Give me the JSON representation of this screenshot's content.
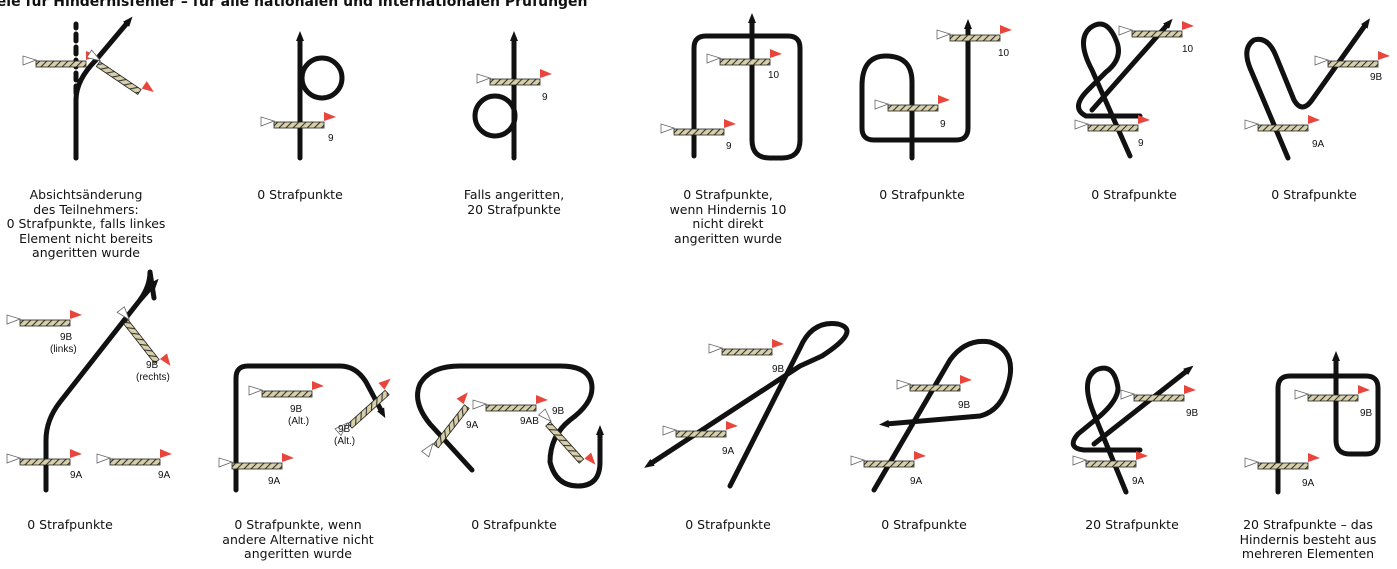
{
  "title": "iele für Hindernisfehler – für alle nationalen und internationalen Prüfungen",
  "colors": {
    "path": "#111111",
    "flag_red": "#e8463c",
    "flag_white": "#ffffff",
    "pole_fill": "#d8d0a8"
  },
  "captions": [
    "Absichtsänderung\ndes Teilnehmers:\n0 Strafpunkte, falls linkes\nElement nicht bereits\nangeritten wurde",
    "0 Strafpunkte",
    "Falls angeritten,\n20 Strafpunkte",
    "0 Strafpunkte,\nwenn Hindernis 10\nnicht direkt\nangeritten wurde",
    "0 Strafpunkte",
    "0 Strafpunkte",
    "0 Strafpunkte",
    "0 Strafpunkte",
    "0 Strafpunkte, wenn\nandere Alternative nicht\nangeritten wurde",
    "0 Strafpunkte",
    "0 Strafpunkte",
    "0 Strafpunkte",
    "20 Strafpunkte",
    "20 Strafpunkte – das\nHindernis besteht aus\nmehreren Elementen"
  ],
  "labels": {
    "n9": "9",
    "n10": "10",
    "n9B": "9B",
    "n9A": "9A",
    "n9AB": "9AB",
    "links": "(links)",
    "rechts": "(rechts)",
    "alt": "(Alt.)"
  }
}
